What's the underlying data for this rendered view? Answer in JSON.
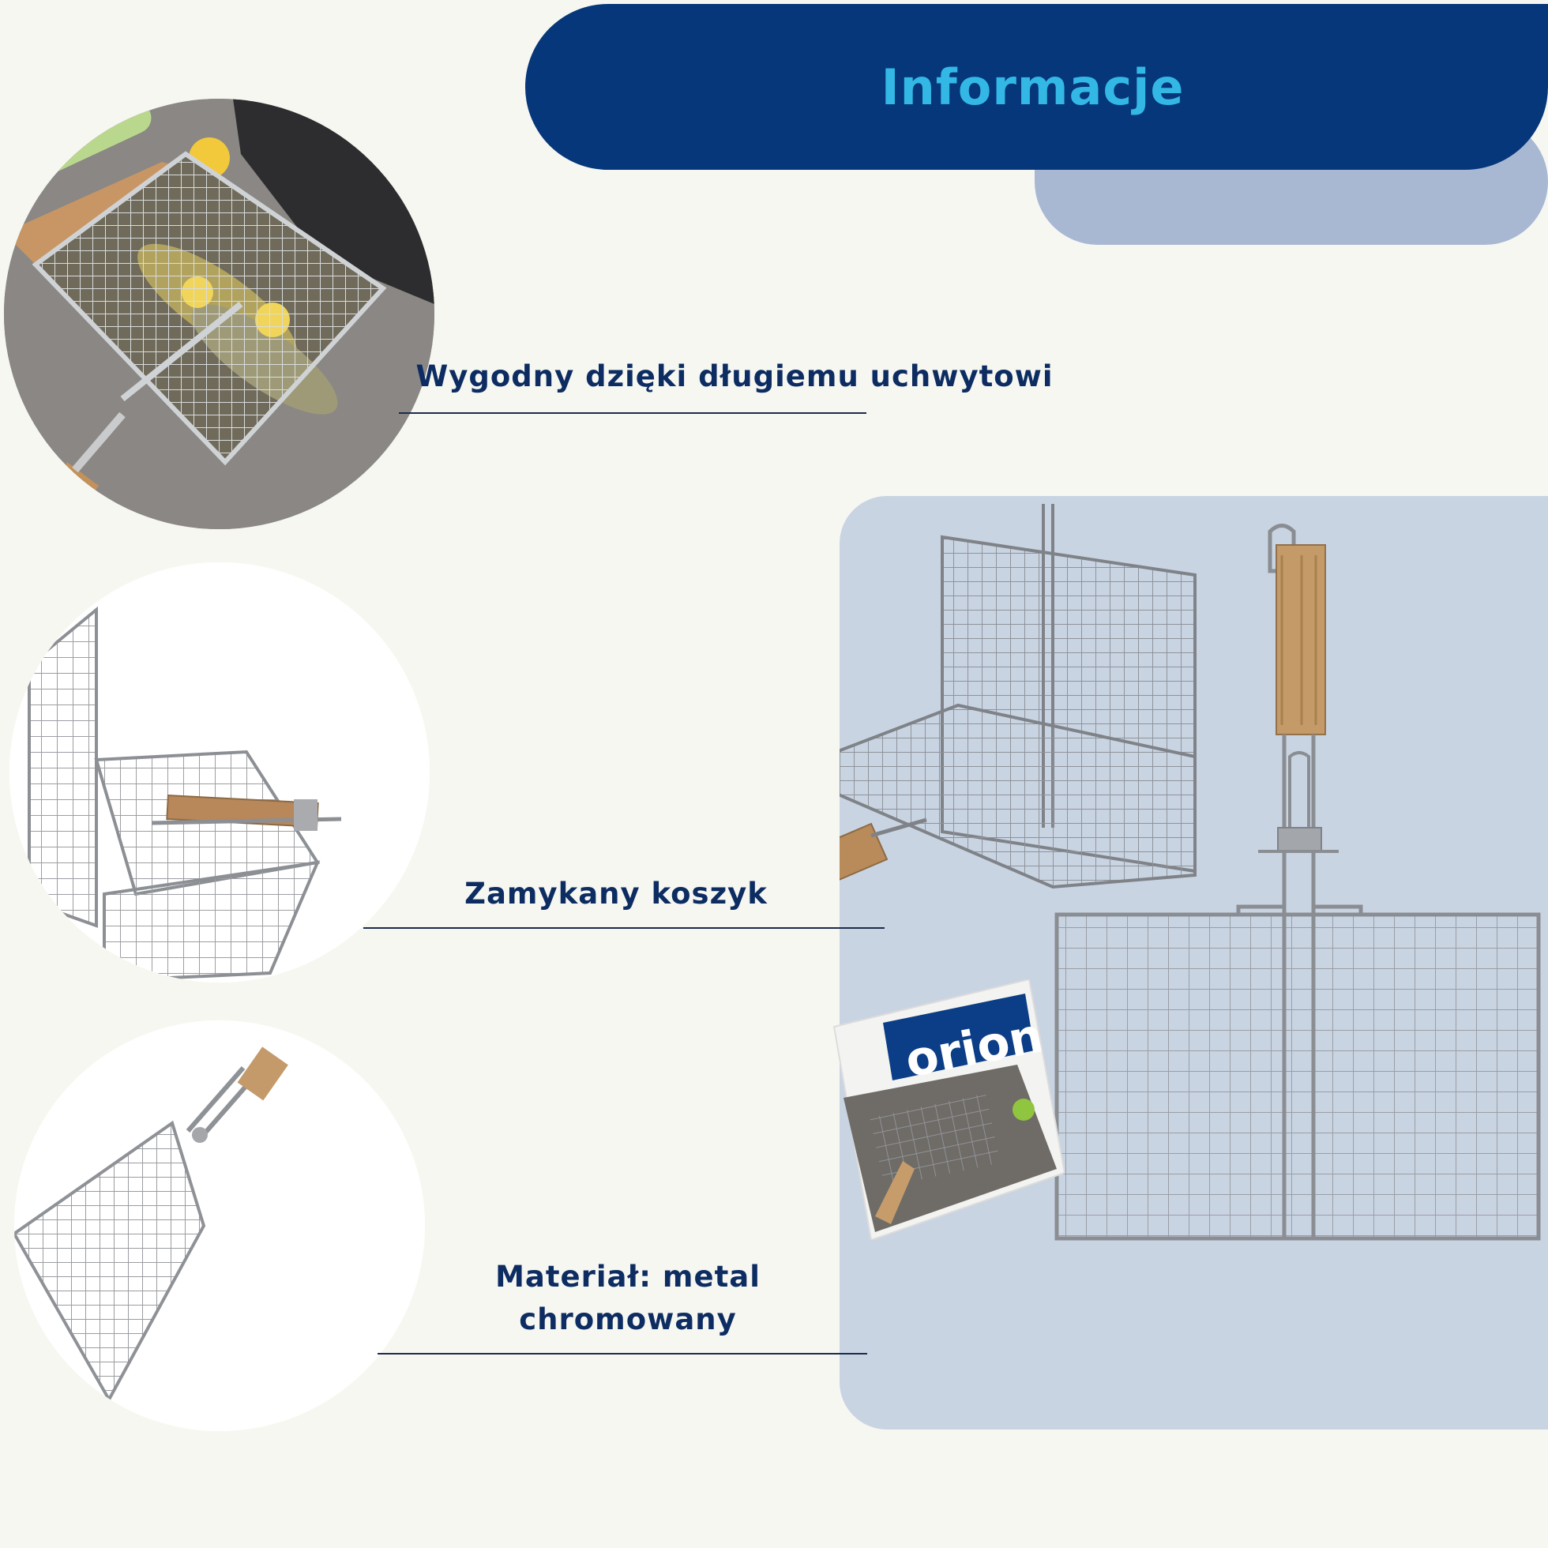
{
  "header": {
    "title": "Informacje"
  },
  "features": [
    {
      "label": "Wygodny dzięki długiemu uchwytowi"
    },
    {
      "label": "Zamykany koszyk"
    },
    {
      "label": "Materiał: metal chromowany"
    }
  ],
  "brand": {
    "name": "orion"
  },
  "colors": {
    "header_bg": "#05377a",
    "header_text": "#33b8e6",
    "header_shadow": "#a8b8d3",
    "panel_bg": "#c9d4e3",
    "label_text": "#0d2d62",
    "page_bg": "#f7f7f2"
  }
}
